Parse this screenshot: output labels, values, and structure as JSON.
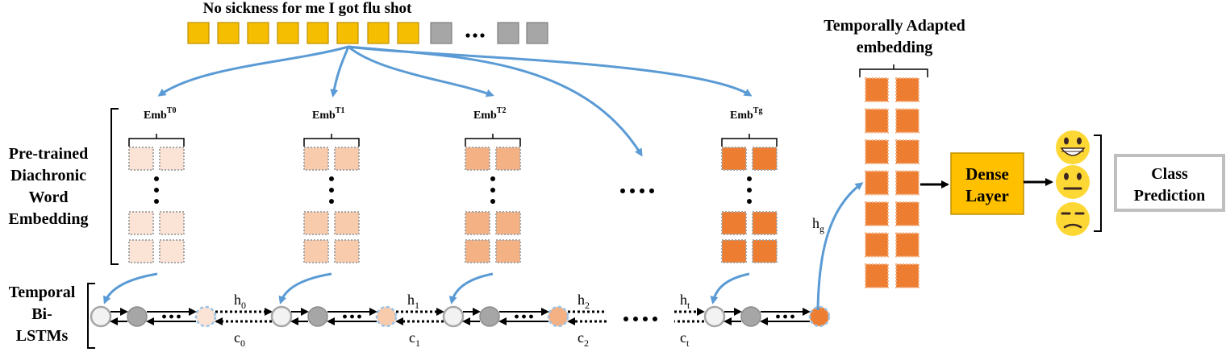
{
  "sentence": "No sickness for me I got flu shot",
  "pretrained_label": [
    "Pre-trained",
    "Diachronic",
    "Word",
    "Embedding"
  ],
  "temporal_label": [
    "Temporal",
    "Bi-",
    "LSTMs"
  ],
  "embeddings": [
    {
      "base": "Emb",
      "sup": "T0"
    },
    {
      "base": "Emb",
      "sup": "T1"
    },
    {
      "base": "Emb",
      "sup": "T2"
    },
    {
      "base": "Emb",
      "sup": "Tg"
    }
  ],
  "hidden_states": [
    {
      "h": "h",
      "h_sub": "0",
      "c": "c",
      "c_sub": "0"
    },
    {
      "h": "h",
      "h_sub": "1",
      "c": "c",
      "c_sub": "1"
    },
    {
      "h": "h",
      "h_sub": "2",
      "c": "c",
      "c_sub": "2"
    },
    {
      "h": "h",
      "h_sub": "t",
      "c": "c",
      "c_sub": "t"
    }
  ],
  "final_hidden": {
    "base": "h",
    "sub": "g"
  },
  "adapted_title": [
    "Temporally Adapted",
    "embedding"
  ],
  "dense_layer": [
    "Dense",
    "Layer"
  ],
  "class_prediction": [
    "Class",
    "Prediction"
  ],
  "emojis": [
    "grinning-face",
    "neutral-face",
    "unamused-face"
  ],
  "colors": {
    "token_yellow": "#F6BE00",
    "token_gray": "#A6A6A6",
    "arrow_blue": "#5B9BD5",
    "emb_t0": "#FBE4D5",
    "emb_t1": "#F8CBAD",
    "emb_t2": "#F4B183",
    "emb_tg": "#ED7D31",
    "dense_fill": "#FFC000",
    "class_border": "#BFBFBF"
  }
}
